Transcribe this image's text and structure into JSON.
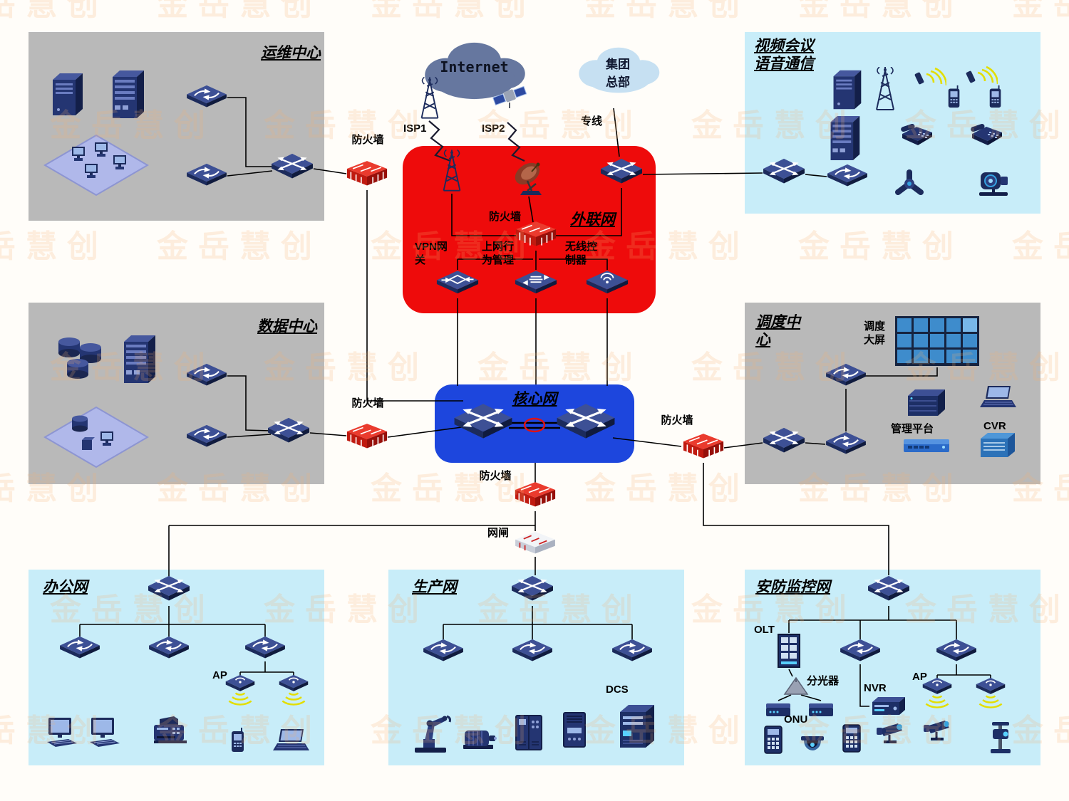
{
  "watermark": "金岳慧创",
  "clouds": {
    "internet": "Internet",
    "hq": "集团总部"
  },
  "titles": {
    "ops": "运维中心",
    "video_line1": "视频会议",
    "video_line2": "语音通信",
    "extranet": "外联网",
    "datacenter": "数据中心",
    "core": "核心网",
    "dispatch": "调度中心",
    "office": "办公网",
    "production": "生产网",
    "security": "安防监控网"
  },
  "labels": {
    "isp1": "ISP1",
    "isp2": "ISP2",
    "dedicated_line": "专线",
    "firewall": "防火墙",
    "vpn_gateway": "VPN网关",
    "behavior_mgmt": "上网行为管理",
    "wireless_controller": "无线控制器",
    "gatekeeper": "网闸",
    "dispatch_screen": "调度大屏",
    "mgmt_platform": "管理平台",
    "cvr": "CVR",
    "ap": "AP",
    "dcs": "DCS",
    "olt": "OLT",
    "splitter": "分光器",
    "nvr": "NVR",
    "onu": "ONU"
  }
}
